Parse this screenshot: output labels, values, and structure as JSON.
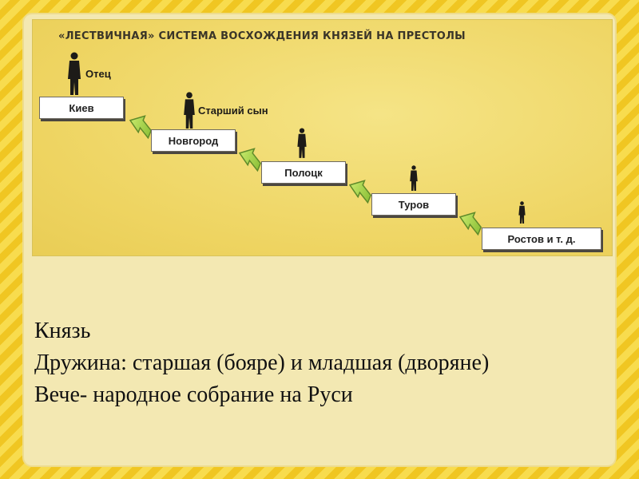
{
  "diagram": {
    "title": "«ЛЕСТВИЧНАЯ» СИСТЕМА ВОСХОЖДЕНИЯ КНЯЗЕЙ НА ПРЕСТОЛЫ",
    "cities": [
      "Киев",
      "Новгород",
      "Полоцк",
      "Туров",
      "Ростов и т. д."
    ],
    "roles": [
      "Отец",
      "Старший сын"
    ],
    "colors": {
      "arrow": "#a8d44a",
      "arrow_outline": "#5f8a2a",
      "background": "#f1dc6a"
    }
  },
  "text": {
    "line1": "Князь",
    "line2": "Дружина: старшая (бояре) и младшая (дворяне)",
    "line3": "Вече- народное собрание на Руси"
  }
}
